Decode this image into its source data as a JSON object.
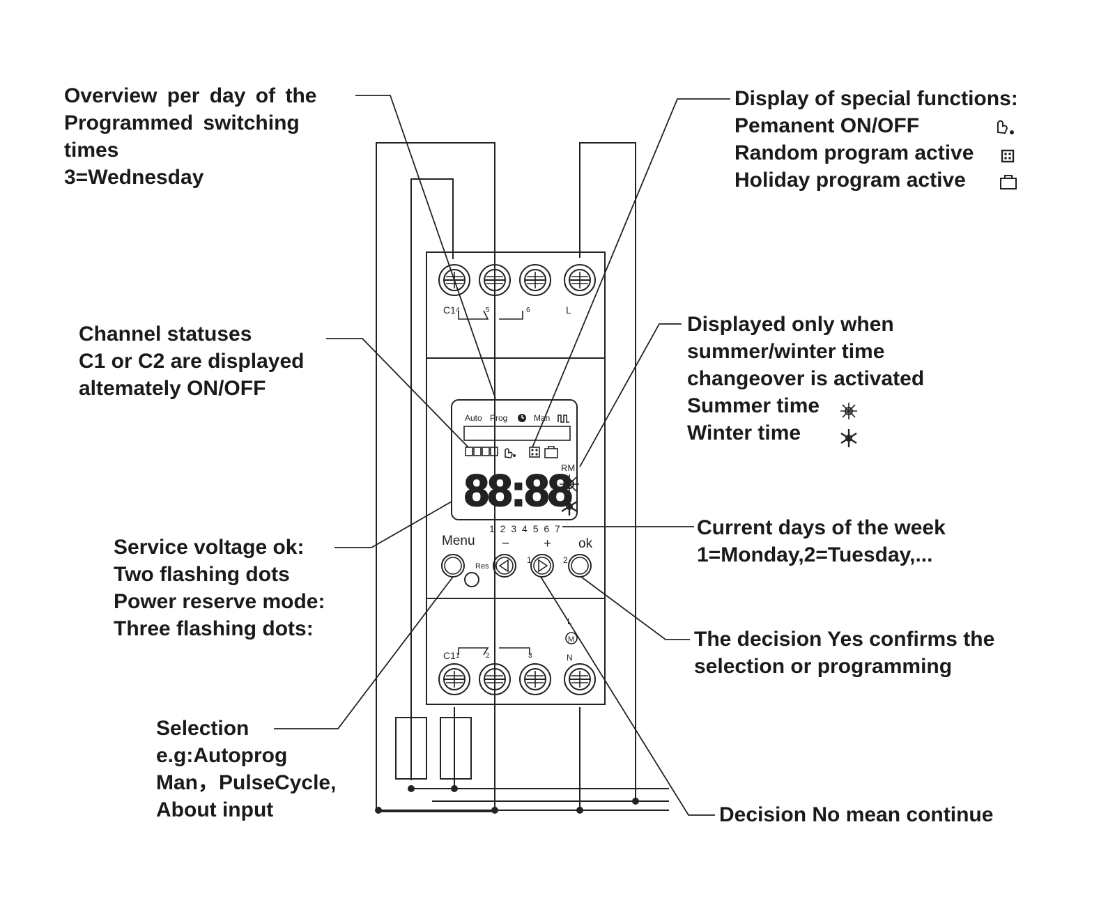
{
  "annotations": {
    "overview": [
      "Overview per day of the",
      "Programmed switching",
      "times",
      "3=Wednesday"
    ],
    "special": [
      "Display of special functions:",
      "Pemanent ON/OFF",
      "Random program active",
      "Holiday program active"
    ],
    "channel": [
      "Channel statuses",
      "C1  or C2 are displayed",
      "altemately ON/OFF"
    ],
    "summer": [
      "Displayed only when",
      "summer/winter time",
      "changeover is activated",
      "Summer time",
      "Winter  time"
    ],
    "service": [
      "Service voltage ok:",
      "Two flashing dots",
      "Power reserve mode:",
      "Three flashing dots:"
    ],
    "days": [
      "Current days of the week",
      "1=Monday,2=Tuesday,..."
    ],
    "yes": [
      "The decision Yes confirms the",
      "selection or programming"
    ],
    "selection": [
      "Selection",
      "e.g:Autoprog",
      "Man，PulseCycle,",
      "About input"
    ],
    "no": [
      "Decision No mean continue"
    ]
  },
  "device": {
    "top_terminals": [
      "C1",
      "4",
      "5",
      "6",
      "L"
    ],
    "bottom_terminals": [
      "C1",
      "1",
      "2",
      "3",
      "N"
    ],
    "motor_labels": [
      "L",
      "M"
    ],
    "lcd": {
      "mode_labels": [
        "Auto",
        "Prog",
        "Man"
      ],
      "time": "88:88",
      "rm": "RM",
      "days": "1 2 3 4 5 6 7"
    },
    "buttons": {
      "menu": "Menu",
      "minus": "−",
      "plus": "+",
      "ok": "ok",
      "reset": "Res",
      "ch1": "1",
      "ch2": "2"
    }
  },
  "icons": [
    "hand-icon",
    "dice-icon",
    "suitcase-icon",
    "sun-icon",
    "snowflake-icon",
    "clock-icon",
    "pulse-icon"
  ]
}
